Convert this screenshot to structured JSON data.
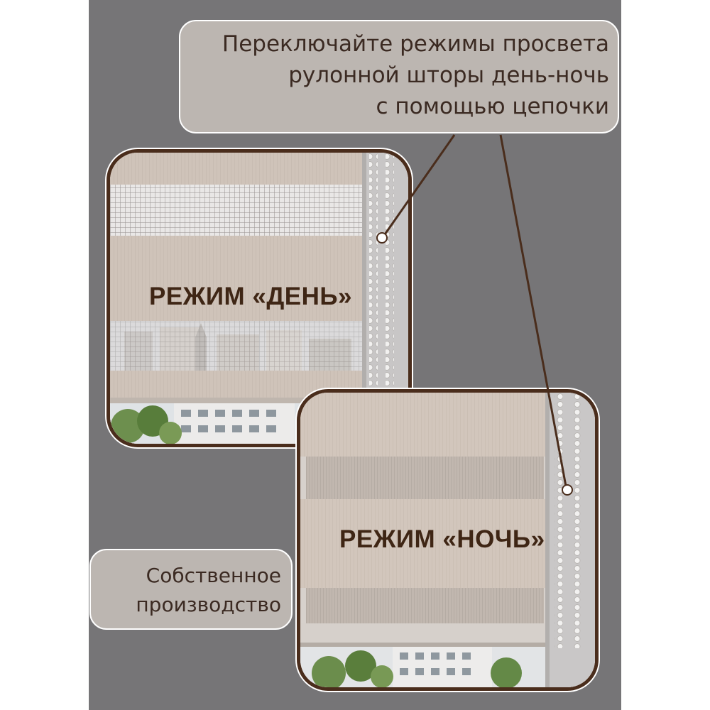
{
  "banner": {
    "lines": [
      "Переключайте режимы просвета",
      "рулонной шторы день-ночь",
      "с помощью цепочки"
    ]
  },
  "modes": {
    "day": "РЕЖИМ «ДЕНЬ»",
    "night": "РЕЖИМ «НОЧЬ»"
  },
  "badge": {
    "lines": [
      "Собственное",
      "производство"
    ]
  },
  "icons": {
    "pointer_dot": "pointer-dot-icon",
    "chain": "bead-chain-icon"
  },
  "colors": {
    "background": "#767577",
    "caption_fill": "#bcb6b1",
    "text_brown": "#3f2615",
    "frame_brown": "#4a2d1c",
    "fabric": "#cbbeb4"
  }
}
